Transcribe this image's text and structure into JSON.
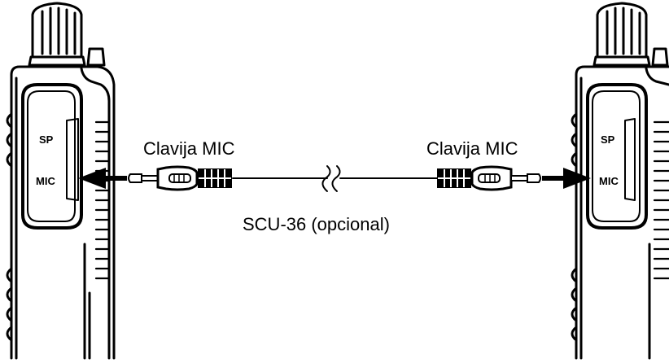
{
  "labels": {
    "left_jack": "Clavija MIC",
    "right_jack": "Clavija MIC",
    "cable": "SCU-36 (opcional)"
  },
  "left_radio": {
    "sp_label": "SP",
    "mic_label": "MIC"
  },
  "right_radio": {
    "sp_label": "SP",
    "mic_label": "MIC"
  }
}
